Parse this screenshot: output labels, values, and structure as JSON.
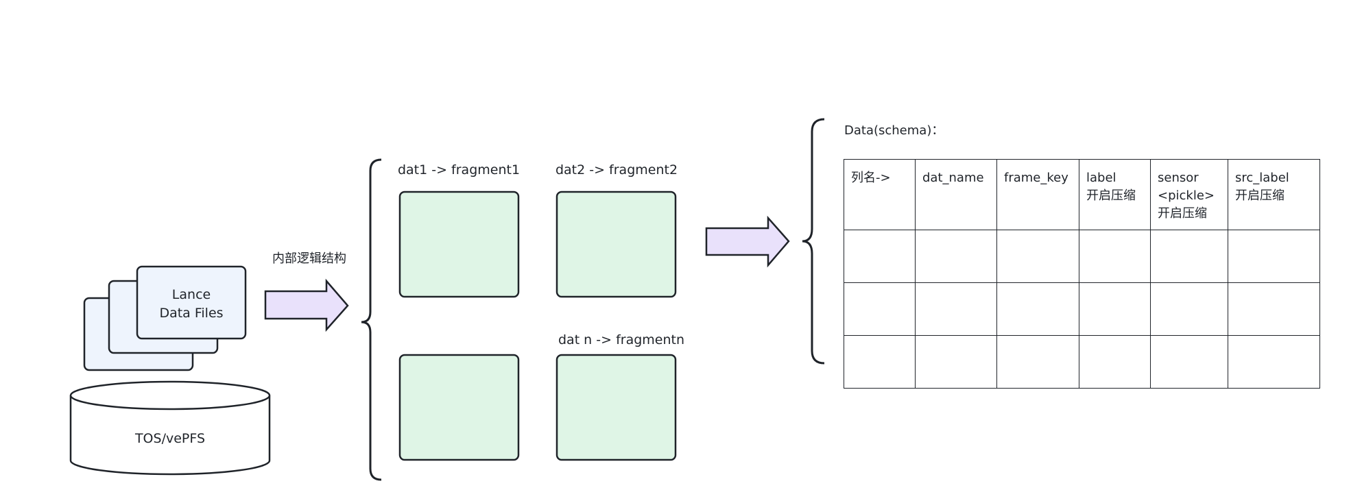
{
  "storage": {
    "label": "TOS/vePFS",
    "files_label_line1": "Lance",
    "files_label_line2": "Data Files"
  },
  "arrow_label": "内部逻辑结构",
  "fragments": [
    {
      "label": "dat1 -> fragment1"
    },
    {
      "label": "dat2 -> fragment2"
    },
    {
      "label": ""
    },
    {
      "label": "dat n -> fragmentn"
    }
  ],
  "schema": {
    "title": "Data(schema)：",
    "columns": [
      "列名->",
      "dat_name",
      "frame_key",
      "label\n开启压缩",
      "sensor\n<pickle>\n开启压缩",
      "src_label\n开启压缩"
    ],
    "rows": [
      [
        "",
        "",
        "",
        "",
        "",
        ""
      ],
      [
        "",
        "",
        "",
        "",
        "",
        ""
      ],
      [
        "",
        "",
        "",
        "",
        "",
        ""
      ]
    ]
  },
  "colors": {
    "stroke": "#1f2329",
    "file_fill": "#eef4fd",
    "arrow_fill": "#e9e1fb",
    "fragment_fill": "#dff5e6"
  }
}
